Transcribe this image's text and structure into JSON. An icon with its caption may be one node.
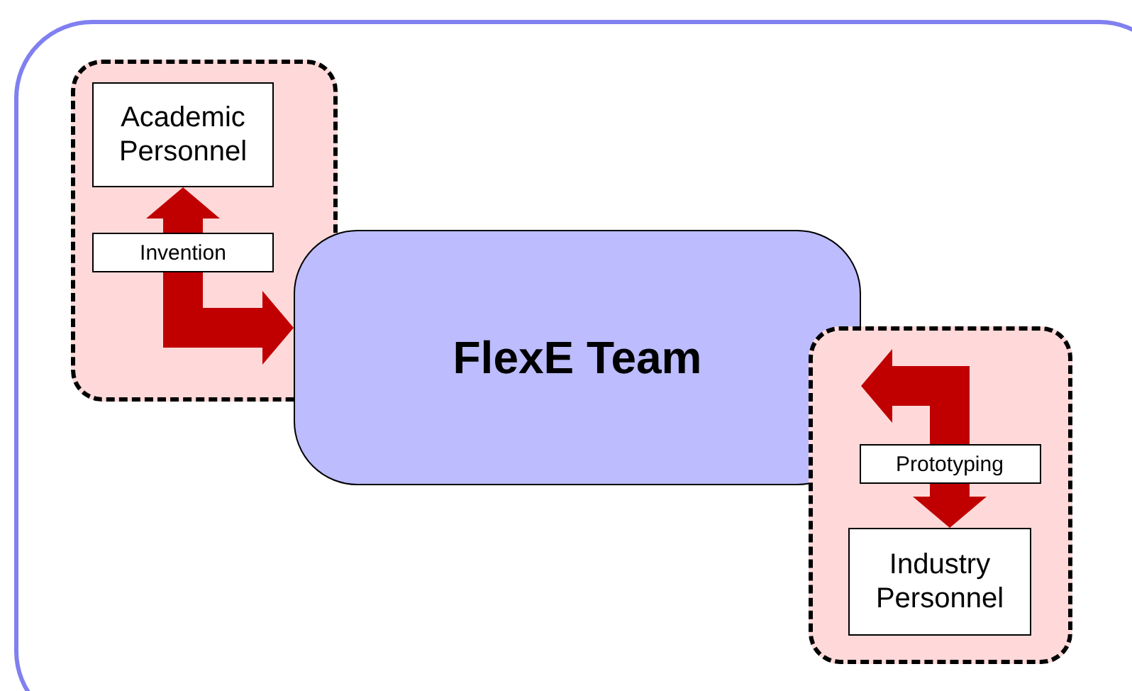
{
  "diagram": {
    "nodes": [
      {
        "text": [],
        "shape": "box"
      },
      {
        "text": [],
        "shape": "box",
        "in": 0
      },
      {
        "text": [
          "Academic Personnel"
        ],
        "in": 1
      },
      {
        "text": [
          "FlexE Team"
        ],
        "in": 0
      },
      {
        "text": [],
        "shape": "box",
        "in": 0
      },
      {
        "text": [
          "Industry Personnel"
        ],
        "in": 4
      }
    ],
    "edges": [
      {
        "from": 2,
        "to": 3,
        "arrow": "both",
        "label": "Invention"
      },
      {
        "from": 3,
        "to": 5,
        "arrow": "both",
        "label": "Prototyping"
      }
    ]
  }
}
